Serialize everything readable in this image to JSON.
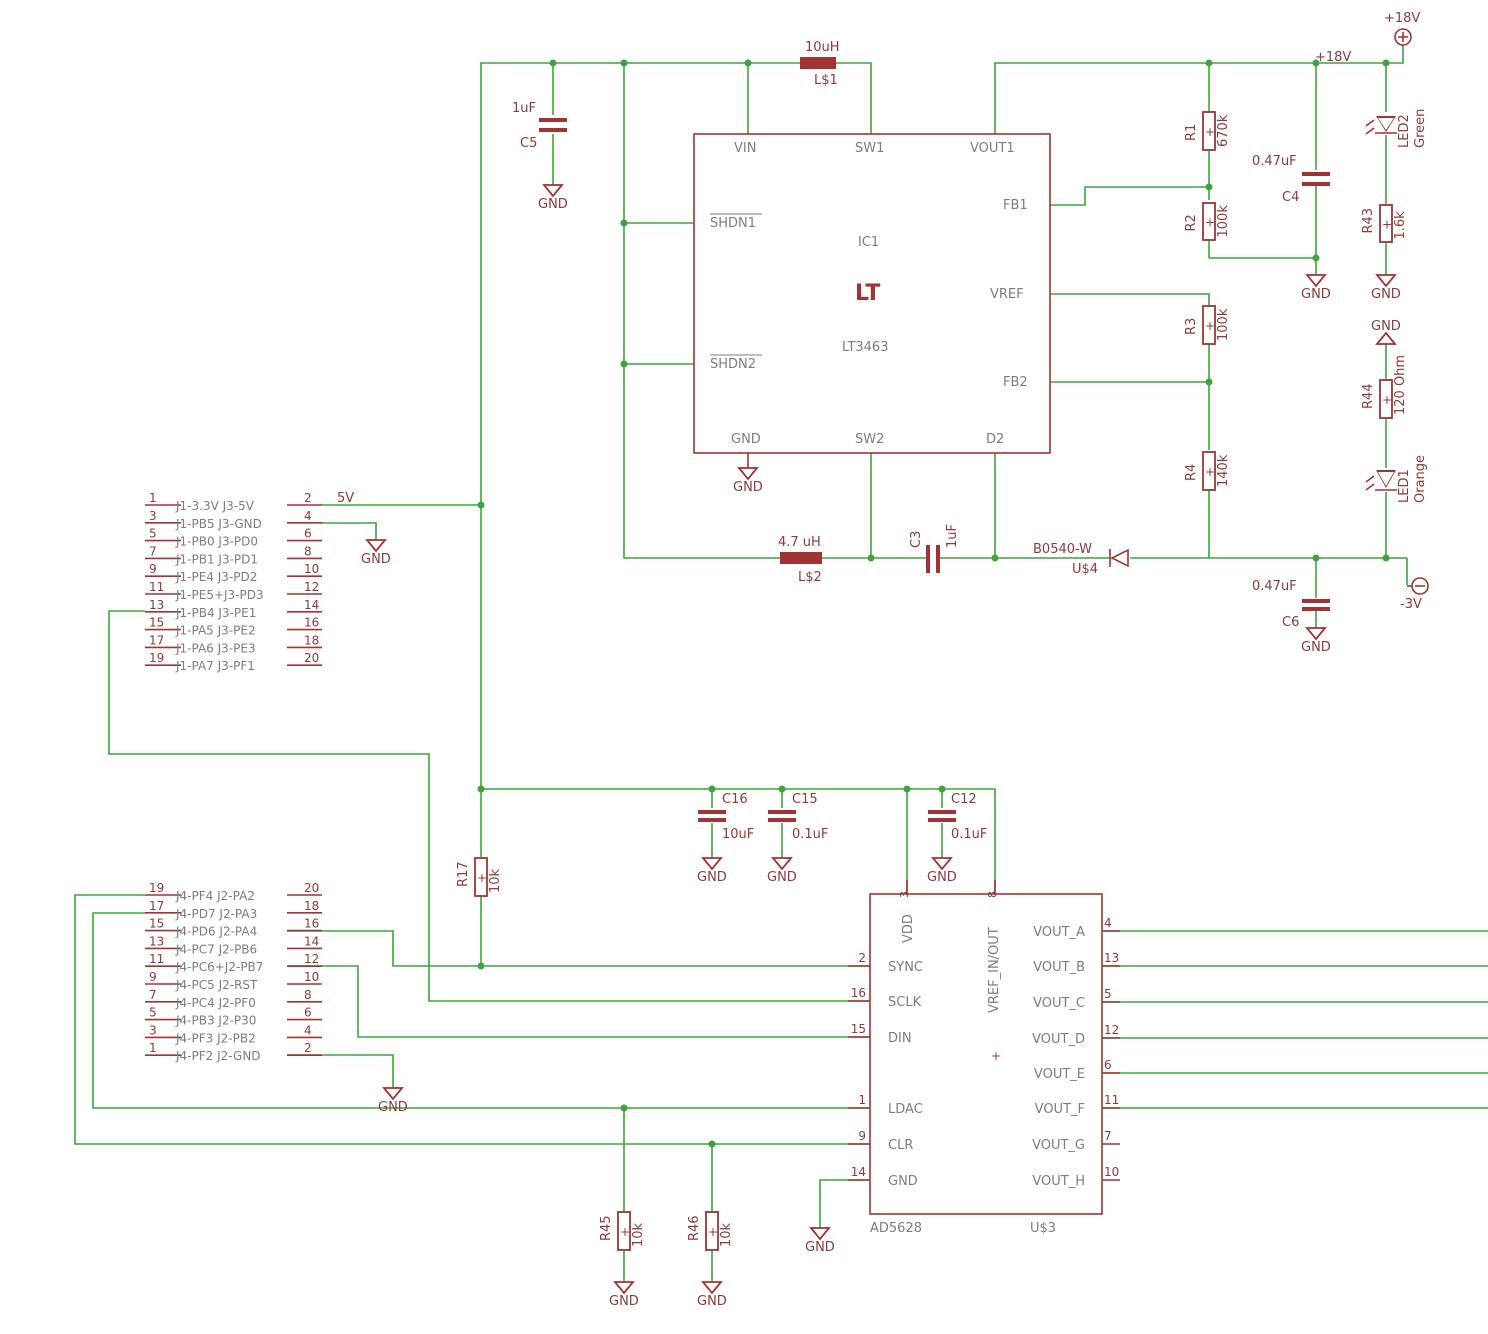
{
  "ic1": {
    "ref": "IC1",
    "value": "LT3463",
    "logo": "LT",
    "pins": {
      "vin": "VIN",
      "sw1": "SW1",
      "vout1": "VOUT1",
      "shdn1": "SHDN1",
      "shdn2": "SHDN2",
      "fb1": "FB1",
      "vref": "VREF",
      "fb2": "FB2",
      "gnd": "GND",
      "sw2": "SW2",
      "d2": "D2"
    }
  },
  "dac": {
    "ref": "U$3",
    "value": "AD5628",
    "pins_left": [
      {
        "num": "2",
        "name": "SYNC"
      },
      {
        "num": "16",
        "name": "SCLK"
      },
      {
        "num": "15",
        "name": "DIN"
      },
      {
        "num": "1",
        "name": "LDAC"
      },
      {
        "num": "9",
        "name": "CLR"
      },
      {
        "num": "14",
        "name": "GND"
      }
    ],
    "pins_right": [
      {
        "num": "4",
        "name": "VOUT_A"
      },
      {
        "num": "13",
        "name": "VOUT_B"
      },
      {
        "num": "5",
        "name": "VOUT_C"
      },
      {
        "num": "12",
        "name": "VOUT_D"
      },
      {
        "num": "6",
        "name": "VOUT_E"
      },
      {
        "num": "11",
        "name": "VOUT_F"
      },
      {
        "num": "7",
        "name": "VOUT_G"
      },
      {
        "num": "10",
        "name": "VOUT_H"
      }
    ],
    "pin_vdd": {
      "num": "3",
      "name": "VDD"
    },
    "pin_vref": {
      "num": "8",
      "name": "VREF_IN/OUT"
    }
  },
  "inductors": {
    "l1": {
      "ref": "L$1",
      "value": "10uH"
    },
    "l2": {
      "ref": "L$2",
      "value": "4.7 uH"
    }
  },
  "capacitors": {
    "c5": {
      "ref": "C5",
      "value": "1uF"
    },
    "c4": {
      "ref": "C4",
      "value": "0.47uF"
    },
    "c3": {
      "ref": "C3",
      "value": "1uF"
    },
    "c6": {
      "ref": "C6",
      "value": "0.47uF"
    },
    "c16": {
      "ref": "C16",
      "value": "10uF"
    },
    "c15": {
      "ref": "C15",
      "value": "0.1uF"
    },
    "c12": {
      "ref": "C12",
      "value": "0.1uF"
    }
  },
  "resistors": {
    "r1": {
      "ref": "R1",
      "value": "670k"
    },
    "r2": {
      "ref": "R2",
      "value": "100k"
    },
    "r3": {
      "ref": "R3",
      "value": "100k"
    },
    "r4": {
      "ref": "R4",
      "value": "140k"
    },
    "r43": {
      "ref": "R43",
      "value": "1.6k"
    },
    "r44": {
      "ref": "R44",
      "value": "120 Ohm"
    },
    "r17": {
      "ref": "R17",
      "value": "10k"
    },
    "r45": {
      "ref": "R45",
      "value": "10k"
    },
    "r46": {
      "ref": "R46",
      "value": "10k"
    }
  },
  "leds": {
    "led2": {
      "ref": "LED2",
      "value": "Green"
    },
    "led1": {
      "ref": "LED1",
      "value": "Orange"
    }
  },
  "diode": {
    "ref": "U$4",
    "value": "B0540-W"
  },
  "supplies": {
    "p18": "+18V",
    "p18_net": "+18V",
    "m3": "-3V",
    "v5": "5V",
    "gnd": "GND"
  },
  "header_j1j3": {
    "rows": [
      {
        "l": "1",
        "r": "2",
        "name": "J1-3.3V  J3-5V"
      },
      {
        "l": "3",
        "r": "4",
        "name": "J1-PB5 J3-GND"
      },
      {
        "l": "5",
        "r": "6",
        "name": "J1-PB0  J3-PD0"
      },
      {
        "l": "7",
        "r": "8",
        "name": "J1-PB1  J3-PD1"
      },
      {
        "l": "9",
        "r": "10",
        "name": "J1-PE4  J3-PD2"
      },
      {
        "l": "11",
        "r": "12",
        "name": "J1-PE5+J3-PD3"
      },
      {
        "l": "13",
        "r": "14",
        "name": "J1-PB4  J3-PE1"
      },
      {
        "l": "15",
        "r": "16",
        "name": "J1-PA5  J3-PE2"
      },
      {
        "l": "17",
        "r": "18",
        "name": "J1-PA6  J3-PE3"
      },
      {
        "l": "19",
        "r": "20",
        "name": "J1-PA7  J3-PF1"
      }
    ]
  },
  "header_j4j2": {
    "rows": [
      {
        "l": "19",
        "r": "20",
        "name": "J4-PF4  J2-PA2"
      },
      {
        "l": "17",
        "r": "18",
        "name": "J4-PD7  J2-PA3"
      },
      {
        "l": "15",
        "r": "16",
        "name": "J4-PD6  J2-PA4"
      },
      {
        "l": "13",
        "r": "14",
        "name": "J4-PC7  J2-PB6"
      },
      {
        "l": "11",
        "r": "12",
        "name": "J4-PC6+J2-PB7"
      },
      {
        "l": "9",
        "r": "10",
        "name": "J4-PC5  J2-RST"
      },
      {
        "l": "7",
        "r": "8",
        "name": "J4-PC4  J2-PF0"
      },
      {
        "l": "5",
        "r": "6",
        "name": "J4-PB3  J2-P30"
      },
      {
        "l": "3",
        "r": "4",
        "name": "J4-PF3  J2-PB2"
      },
      {
        "l": "1",
        "r": "2",
        "name": "J4-PF2  J2-GND"
      }
    ]
  }
}
